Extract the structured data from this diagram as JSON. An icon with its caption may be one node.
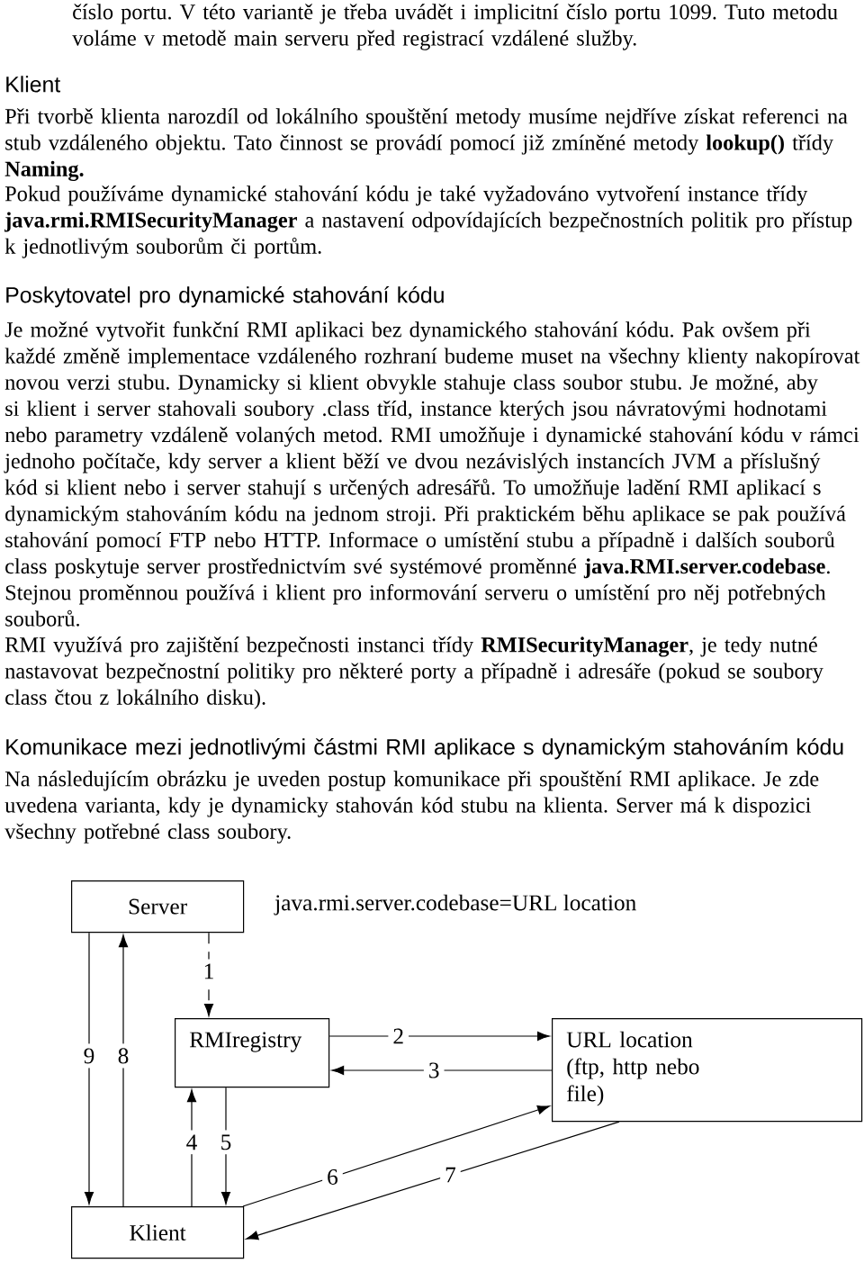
{
  "diagram": {
    "nodes": [
      {
        "text": [
          "Server"
        ]
      },
      {
        "text": [
          "RMIregistry"
        ]
      },
      {
        "text": [
          "URL location (ftp, http nebo file)"
        ]
      },
      {
        "text": [
          "Klient"
        ]
      }
    ],
    "edges": [
      {
        "from": 0,
        "to": 1,
        "arrow": "to",
        "label": "1",
        "style": "dashed"
      },
      {
        "from": 1,
        "to": 2,
        "arrow": "to",
        "label": "2"
      },
      {
        "from": 2,
        "to": 1,
        "arrow": "to",
        "label": "3"
      },
      {
        "from": 3,
        "to": 1,
        "arrow": "to",
        "label": "4"
      },
      {
        "from": 1,
        "to": 3,
        "arrow": "to",
        "label": "5"
      },
      {
        "from": 3,
        "to": 2,
        "arrow": "to",
        "label": "6"
      },
      {
        "from": 2,
        "to": 3,
        "arrow": "to",
        "label": "7"
      },
      {
        "from": 3,
        "to": 0,
        "arrow": "to",
        "label": "8"
      },
      {
        "from": 0,
        "to": 3,
        "arrow": "to",
        "label": "9"
      }
    ],
    "labels": [
      "číslo portu. V této variantě je třeba uvádět i implicitní číslo portu 1099. Tuto metodu voláme v metodě main serveru před registrací vzdálené služby.",
      "Klient",
      "Při tvorbě klienta narozdíl od lokálního spouštění metody musíme nejdříve získat referenci na stub vzdáleného objektu. Tato činnost se provádí pomocí již zmíněné metody **lookup()** třídy **Naming.**",
      "Pokud používáme dynamické stahování kódu je také vyžadováno vytvoření instance třídy **java.rmi.RMISecurityManager** a nastavení odpovídajících bezpečnostních politik pro přístup k jednotlivým souborům či portům.",
      "Poskytovatel pro dynamické stahování kódu",
      "Je možné vytvořit funkční RMI aplikaci bez dynamického stahování kódu. Pak ovšem při každé změně implementace vzdáleného rozhraní budeme muset na všechny klienty nakopírovat novou verzi stubu. Dynamicky si klient obvykle stahuje class soubor stubu. Je možné, aby si klient i server stahovali soubory .class tříd, instance kterých jsou návratovými hodnotami nebo parametry vzdáleně volaných metod. RMI umožňuje i dynamické stahování kódu v rámci jednoho počítače, kdy server a klient běží ve dvou nezávislých instancích JVM a příslušný kód si klient nebo i server stahují s určených adresářů. To umožňuje ladění RMI aplikací s dynamickým stahováním kódu na jednom stroji. Při praktickém běhu aplikace se pak používá stahování pomocí FTP nebo HTTP. Informace o umístění stubu a případně i dalších souborů class poskytuje server prostřednictvím své systémové proměnné **java.RMI.server.codebase**. Stejnou proměnnou používá i klient pro informování serveru o umístění pro něj potřebných souborů.",
      "RMI využívá pro zajištění bezpečnosti instanci třídy **RMISecurityManager**, je tedy nutné nastavovat bezpečnostní politiky pro některé porty a případně i adresáře (pokud se soubory class čtou z lokálního disku).",
      "Komunikace mezi jednotlivými částmi RMI aplikace s dynamickým stahováním kódu",
      "Na následujícím obrázku je uveden postup komunikace při spouštění RMI aplikace. Je zde uvedena varianta, kdy je dynamicky stahován kód stubu na klienta. Server má k dispozici všechny potřebné class soubory.",
      "java.rmi.server.codebase=URL location"
    ]
  }
}
